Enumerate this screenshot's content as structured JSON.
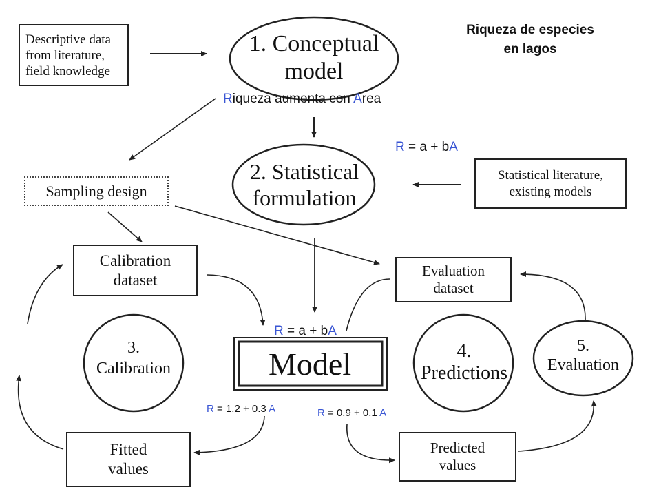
{
  "title": {
    "line1": "Riqueza de especies",
    "line2": "en lagos"
  },
  "boxes": {
    "descriptive": [
      "Descriptive data",
      "from literature,",
      "field knowledge"
    ],
    "sampling": "Sampling design",
    "statistical_lit": [
      "Statistical literature,",
      "existing models"
    ],
    "calibration_dataset": [
      "Calibration",
      "dataset"
    ],
    "evaluation_dataset": [
      "Evaluation",
      "dataset"
    ],
    "model": "Model",
    "fitted_values": [
      "Fitted",
      "values"
    ],
    "predicted_values": [
      "Predicted",
      "values"
    ]
  },
  "stages": {
    "conceptual": [
      "1. Conceptual",
      "model"
    ],
    "statistical": [
      "2. Statistical",
      "formulation"
    ],
    "calibration": [
      "3.",
      "Calibration"
    ],
    "predictions": [
      "4.",
      "Predictions"
    ],
    "evaluation": [
      "5.",
      "Evaluation"
    ]
  },
  "annotations": {
    "conceptual_note": {
      "r": "R",
      "mid": "iqueza aumenta con ",
      "a": "A",
      "end": "rea"
    },
    "formula_top": {
      "r": "R",
      "mid": " = a + b",
      "a": "A"
    },
    "formula_model": {
      "r": "R",
      "mid": " = a + b",
      "a": "A"
    },
    "fitted_formula": {
      "r": "R",
      "mid": " = 1.2 + 0.3 ",
      "a": "A"
    },
    "predicted_formula": {
      "r": "R",
      "mid": " = 0.9 + 0.1 ",
      "a": "A"
    }
  },
  "colors": {
    "accent_blue": "#3a56d4",
    "line": "#222222"
  }
}
